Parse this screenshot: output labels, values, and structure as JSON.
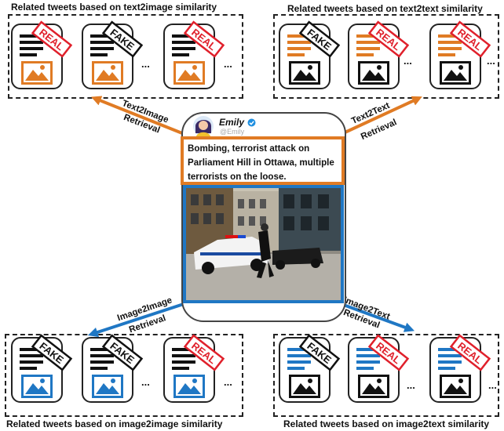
{
  "captions": {
    "top_left": "Related tweets based on text2image similarity",
    "top_right": "Related tweets based on text2text similarity",
    "bottom_left": "Related tweets based on image2image similarity",
    "bottom_right": "Related tweets based on image2text similarity"
  },
  "retrieval": {
    "t2i_a": "Text2Image",
    "t2i_b": "Retrieval",
    "t2t_a": "Text2Text",
    "t2t_b": "Retrieval",
    "i2i_a": "Image2Image",
    "i2i_b": "Retrieval",
    "i2t_a": "Image2Text",
    "i2t_b": "Retrieval"
  },
  "post": {
    "user_name": "Emily",
    "user_handle": "@Emily",
    "text": "Bombing, terrorist attack on Parliament Hill in Ottawa, multiple terrorists on the loose."
  },
  "groups": {
    "top_left": {
      "labels": [
        "REAL",
        "FAKE",
        "REAL"
      ],
      "text_color": "#111111",
      "image_color": "#e07b24"
    },
    "top_right": {
      "labels": [
        "FAKE",
        "REAL",
        "REAL"
      ],
      "text_color": "#e07b24",
      "image_color": "#111111"
    },
    "bottom_left": {
      "labels": [
        "FAKE",
        "FAKE",
        "REAL"
      ],
      "text_color": "#111111",
      "image_color": "#1f77c4"
    },
    "bottom_right": {
      "labels": [
        "FAKE",
        "REAL",
        "REAL"
      ],
      "text_color": "#1f77c4",
      "image_color": "#111111"
    }
  },
  "ellipsis": "...",
  "colors": {
    "orange": "#e07b24",
    "blue": "#1f77c4",
    "real": "#e0202b",
    "fake": "#111111"
  }
}
